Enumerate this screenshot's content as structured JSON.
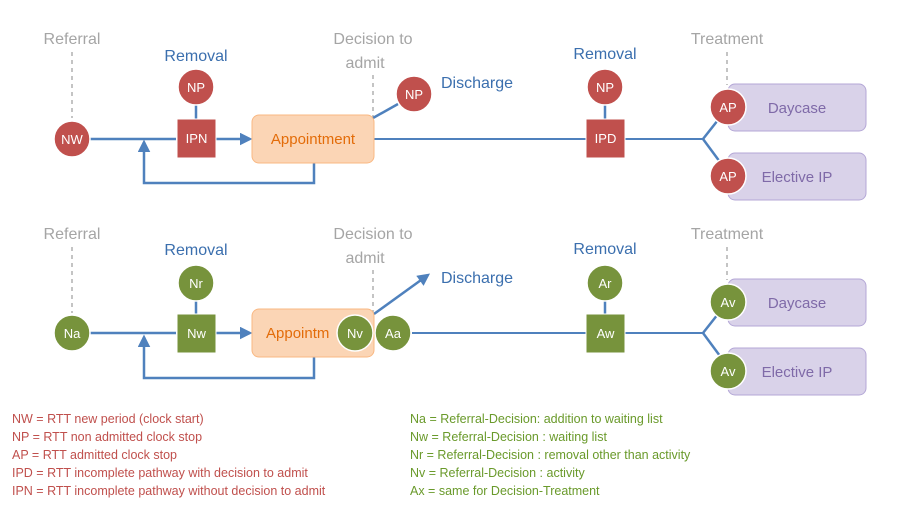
{
  "colors": {
    "line": "#4f81bd",
    "stage_label": "#a5a5a5",
    "removal_label": "#3b6fae",
    "red_node": "#c0504d",
    "green_node": "#77933c",
    "appointment_fill": "#fbd5b5",
    "appointment_text": "#e36c09",
    "treatment_fill": "#d9d2e9",
    "treatment_text": "#7f6aa8",
    "legend_red": "#c0504d",
    "legend_green": "#6a9a2b"
  },
  "top": {
    "stage_referral": "Referral",
    "stage_decision_line1": "Decision to",
    "stage_decision_line2": "admit",
    "stage_treatment": "Treatment",
    "removal_left": "Removal",
    "removal_right": "Removal",
    "discharge": "Discharge",
    "appointment": "Appointment",
    "daycase": "Daycase",
    "elective_ip": "Elective IP",
    "node_start": "NW",
    "node_removal_left": "NP",
    "box_left": "IPN",
    "node_discharge": "NP",
    "node_removal_right": "NP",
    "box_right": "IPD",
    "node_daycase": "AP",
    "node_elective": "AP"
  },
  "bottom": {
    "stage_referral": "Referral",
    "stage_decision_line1": "Decision to",
    "stage_decision_line2": "admit",
    "stage_treatment": "Treatment",
    "removal_left": "Removal",
    "removal_right": "Removal",
    "discharge": "Discharge",
    "appointment": "Appointm",
    "daycase": "Daycase",
    "elective_ip": "Elective IP",
    "node_start": "Na",
    "node_removal_left": "Nr",
    "box_left": "Nw",
    "node_activity": "Nv",
    "node_addition": "Aa",
    "node_removal_right": "Ar",
    "box_right": "Aw",
    "node_daycase": "Av",
    "node_elective": "Av"
  },
  "legend_left": [
    "NW = RTT new period (clock start)",
    "NP = RTT non admitted clock stop",
    "AP = RTT admitted clock stop",
    "IPD = RTT incomplete pathway with decision to admit",
    "IPN = RTT incomplete pathway without decision to admit"
  ],
  "legend_right": [
    "Na = Referral-Decision: addition to waiting list",
    "Nw = Referral-Decision : waiting list",
    "Nr = Referral-Decision : removal other than activity",
    "Nv = Referral-Decision : activity",
    "Ax = same for Decision-Treatment"
  ]
}
